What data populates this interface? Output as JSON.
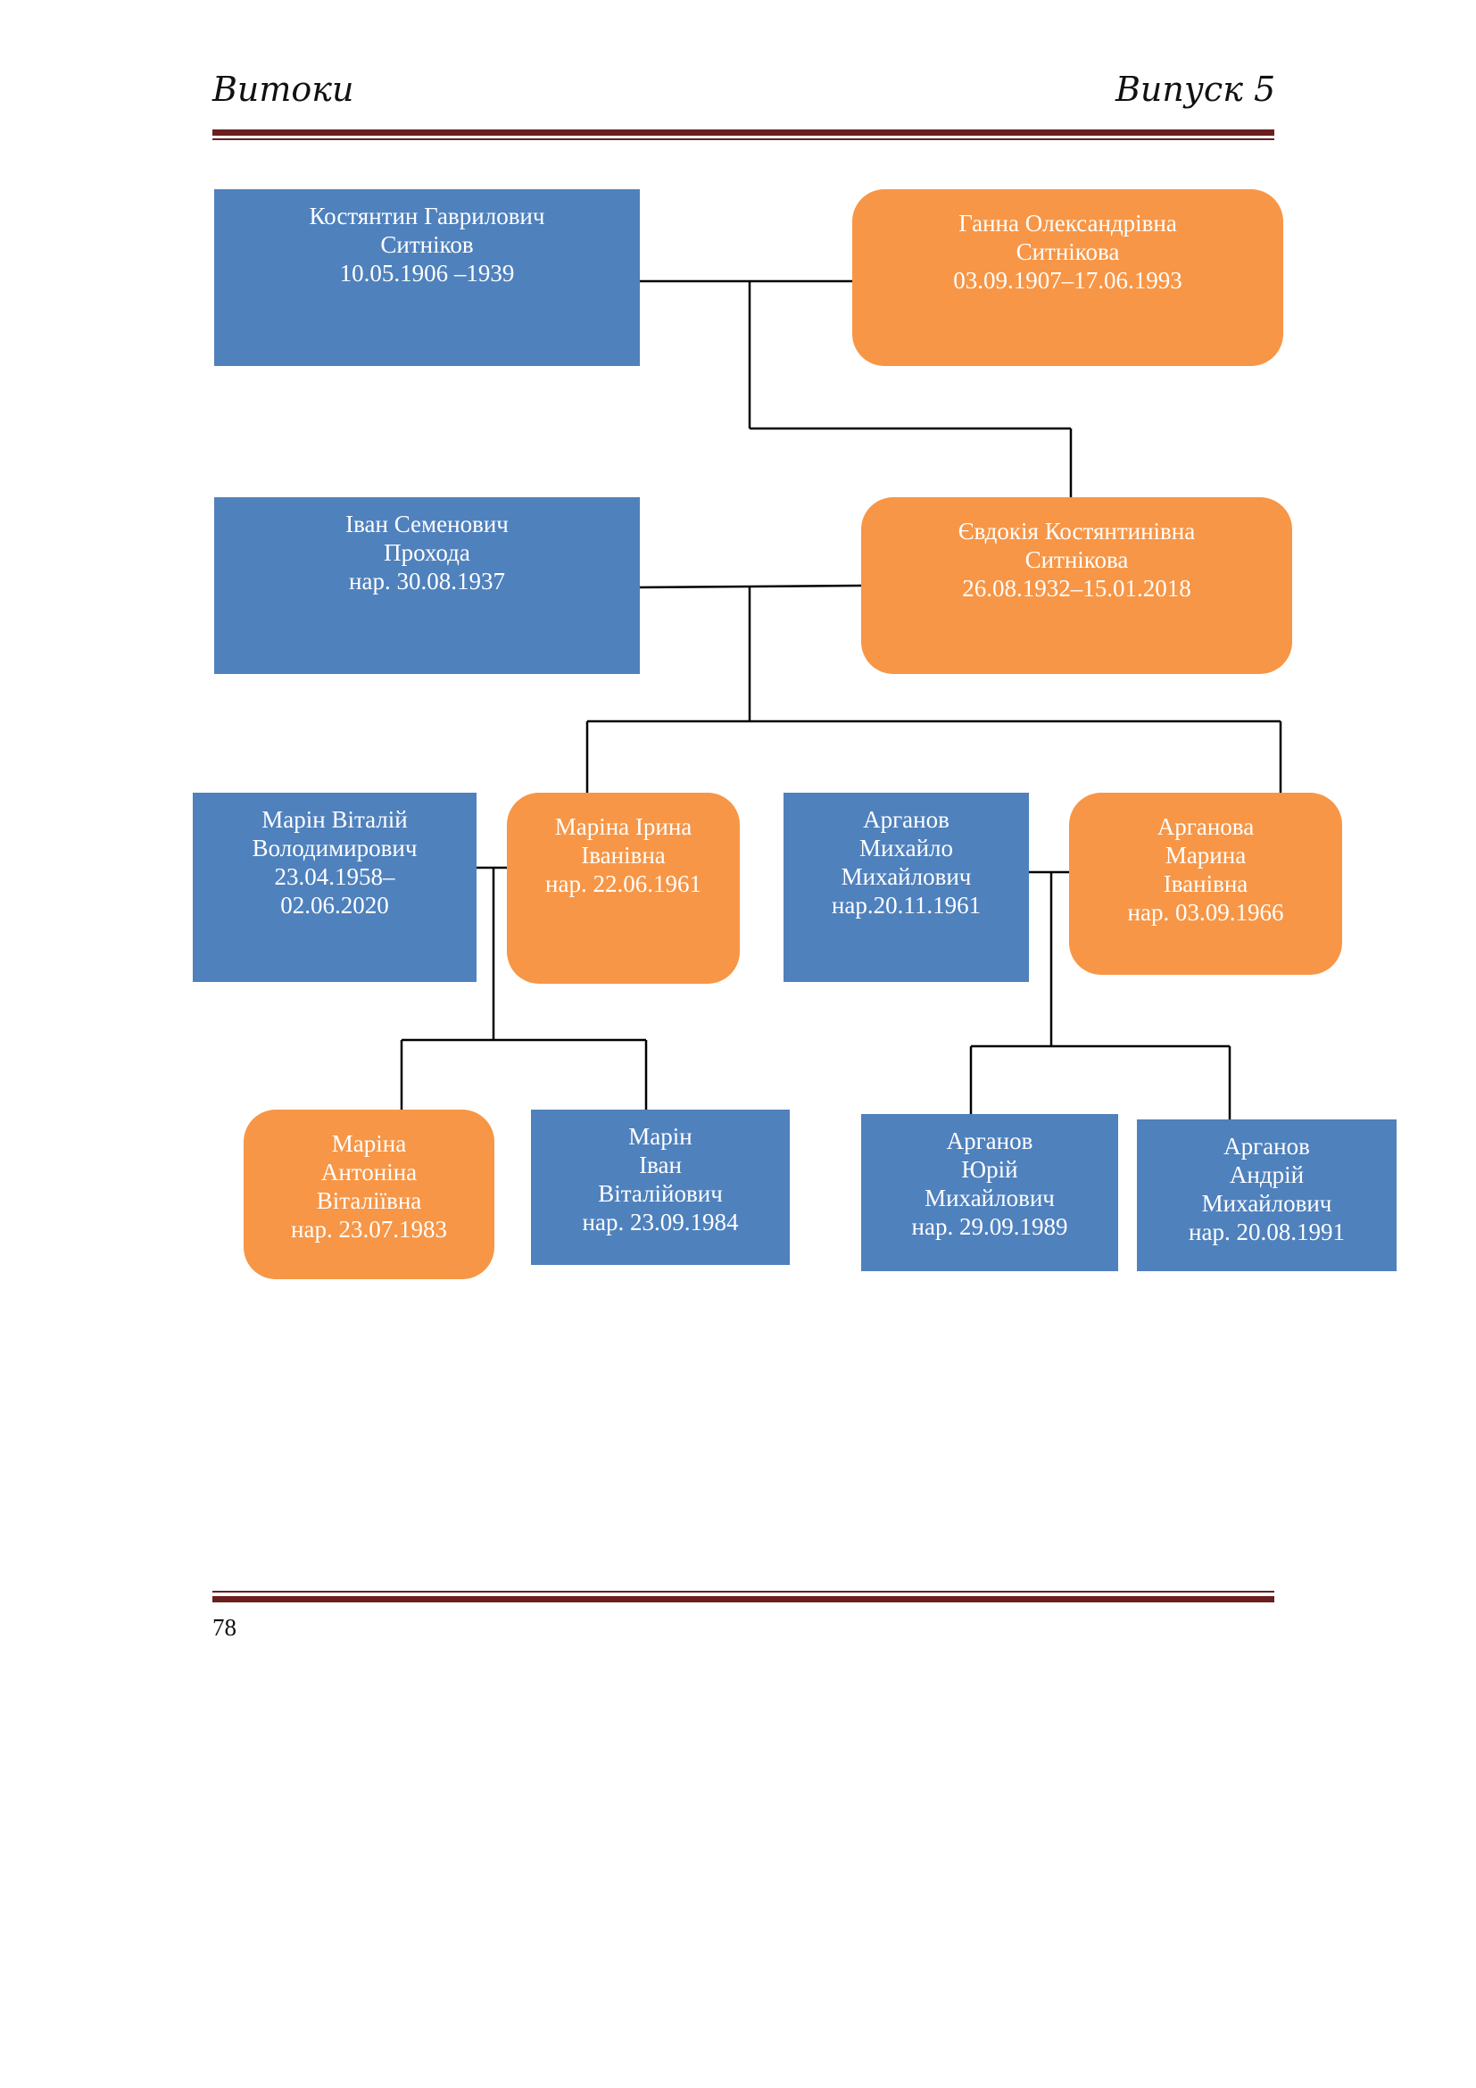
{
  "header": {
    "left": "Витоки",
    "right": "Випуск 5"
  },
  "footer": {
    "page_number": "78"
  },
  "colors": {
    "male_box": "#4f81bd",
    "female_box": "#f79646",
    "rule": "#6b1f1f"
  },
  "people": {
    "kostiantyn": {
      "line1": "Костянтин Гаврилович",
      "line2": "Ситніков",
      "line3": "10.05.1906 –1939"
    },
    "hanna": {
      "line1": "Ганна Олександрівна",
      "line2": "Ситнікова",
      "line3": "03.09.1907–17.06.1993"
    },
    "ivan": {
      "line1": "Іван Семенович",
      "line2": "Прохода",
      "line3": "нар. 30.08.1937"
    },
    "yevdokiia": {
      "line1": "Євдокія Костянтинівна",
      "line2": "Ситнікова",
      "line3": "26.08.1932–15.01.2018"
    },
    "vitalii": {
      "line1": "Марін Віталій",
      "line2": "Володимирович",
      "line3": "23.04.1958–",
      "line4": "02.06.2020"
    },
    "iryna": {
      "line1": "Маріна Ірина",
      "line2": "Іванівна",
      "line3": "нар. 22.06.1961"
    },
    "mykhailo": {
      "line1": "Арганов",
      "line2": "Михайло",
      "line3": "Михайлович",
      "line4": "нар.20.11.1961"
    },
    "maryna": {
      "line1": "Арганова",
      "line2": "Марина",
      "line3": "Іванівна",
      "line4": "нар. 03.09.1966"
    },
    "antonina": {
      "line1": "Маріна",
      "line2": "Антоніна",
      "line3": "Віталіївна",
      "line4": "нар. 23.07.1983"
    },
    "ivan_marin": {
      "line1": "Марін",
      "line2": "Іван",
      "line3": "Віталійович",
      "line4": "нар. 23.09.1984"
    },
    "yurii": {
      "line1": "Арганов",
      "line2": "Юрій",
      "line3": "Михайлович",
      "line4": "нар. 29.09.1989"
    },
    "andrii": {
      "line1": "Арганов",
      "line2": "Андрій",
      "line3": "Михайлович",
      "line4": "нар. 20.08.1991"
    }
  }
}
